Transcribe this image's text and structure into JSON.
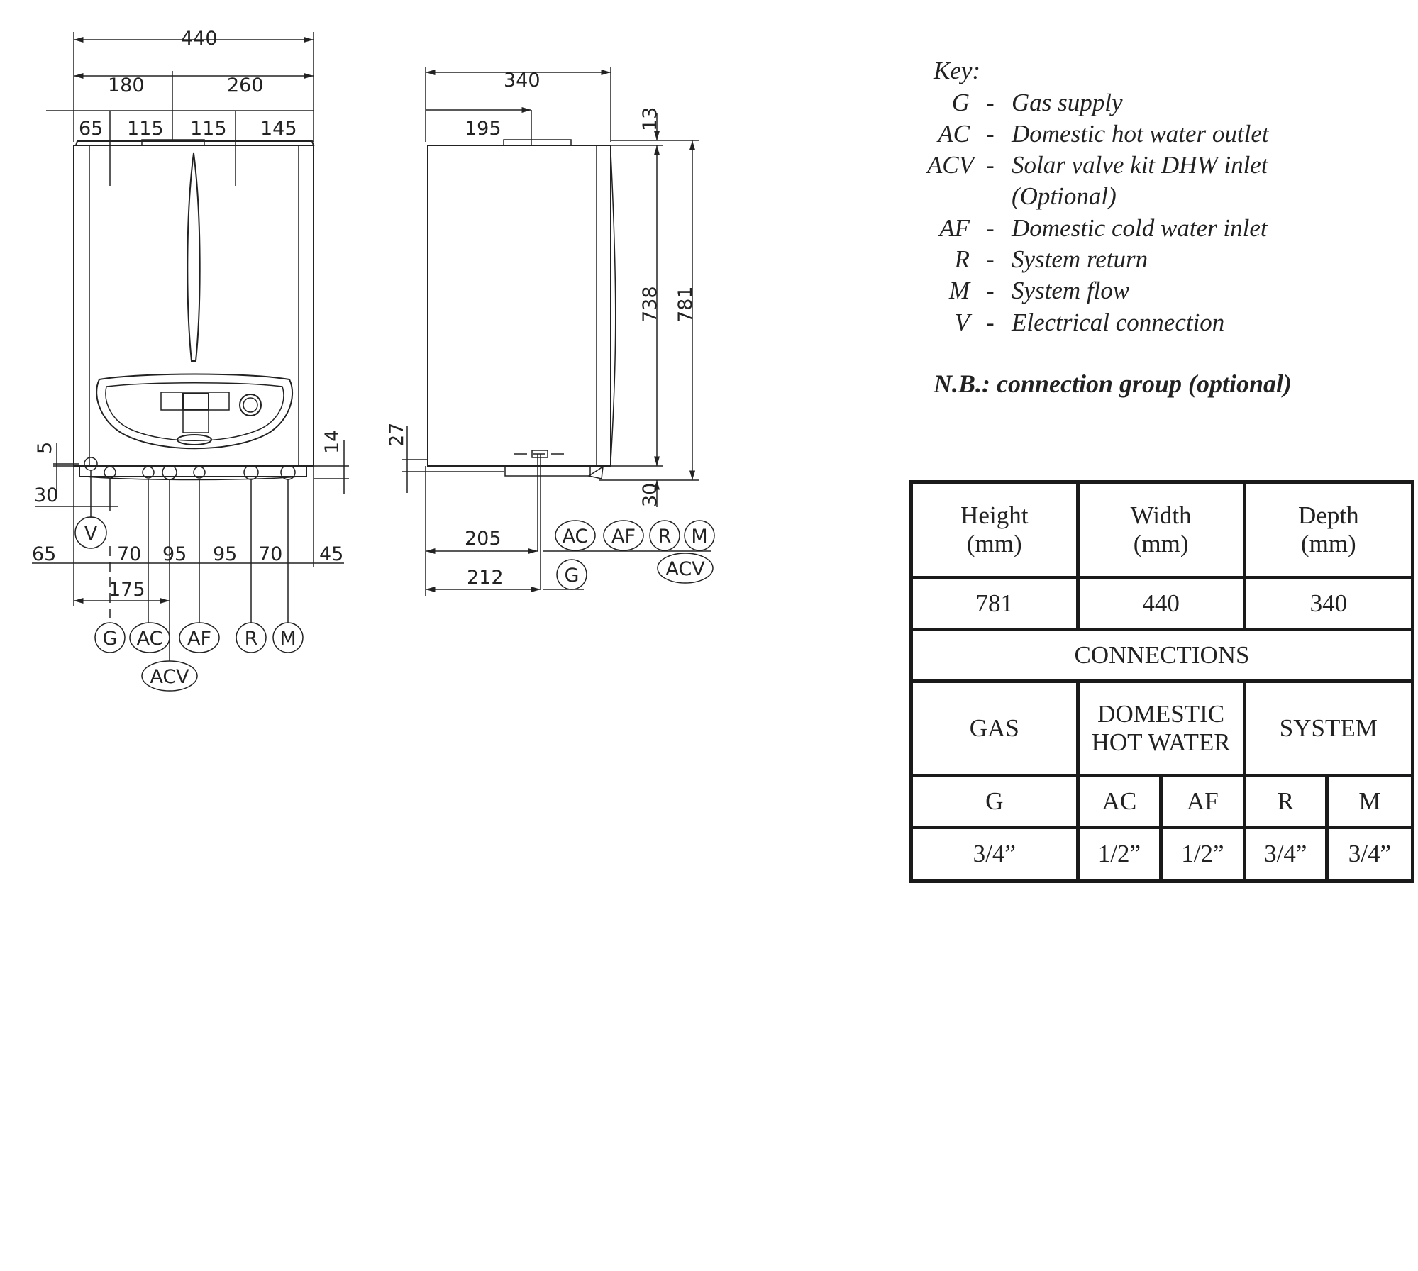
{
  "front_view": {
    "top_dims": [
      "440",
      "180",
      "260",
      "65",
      "115",
      "115",
      "145"
    ],
    "side_dims": [
      "5",
      "14",
      "30"
    ],
    "bottom_dims": [
      "65",
      "70",
      "95",
      "95",
      "70",
      "45",
      "175"
    ],
    "connection_labels": [
      "V",
      "G",
      "AC",
      "AF",
      "R",
      "M",
      "ACV"
    ]
  },
  "side_view": {
    "dims": [
      "340",
      "195",
      "13",
      "738",
      "781",
      "27",
      "30",
      "205",
      "212"
    ],
    "connection_labels": [
      "AC",
      "AF",
      "R",
      "M",
      "ACV",
      "G"
    ]
  },
  "key": {
    "title": "Key:",
    "items": [
      {
        "code": "G",
        "desc": "Gas supply"
      },
      {
        "code": "AC",
        "desc": "Domestic hot water outlet"
      },
      {
        "code": "ACV",
        "desc": "Solar valve kit DHW inlet"
      },
      {
        "code": "",
        "desc": "(Optional)"
      },
      {
        "code": "AF",
        "desc": "Domestic cold water inlet"
      },
      {
        "code": "R",
        "desc": "System return"
      },
      {
        "code": "M",
        "desc": "System flow"
      },
      {
        "code": "V",
        "desc": "Electrical connection"
      }
    ],
    "dash": "-",
    "note": "N.B.: connection group (optional)"
  },
  "table": {
    "headers": [
      "Height\n(mm)",
      "Width\n(mm)",
      "Depth\n(mm)"
    ],
    "values": [
      "781",
      "440",
      "340"
    ],
    "connections_title": "CONNECTIONS",
    "groups": [
      "GAS",
      "DOMESTIC\nHOT WATER",
      "SYSTEM"
    ],
    "codes": [
      "G",
      "AC",
      "AF",
      "R",
      "M"
    ],
    "sizes": [
      "3/4”",
      "1/2”",
      "1/2”",
      "3/4”",
      "3/4”"
    ]
  }
}
